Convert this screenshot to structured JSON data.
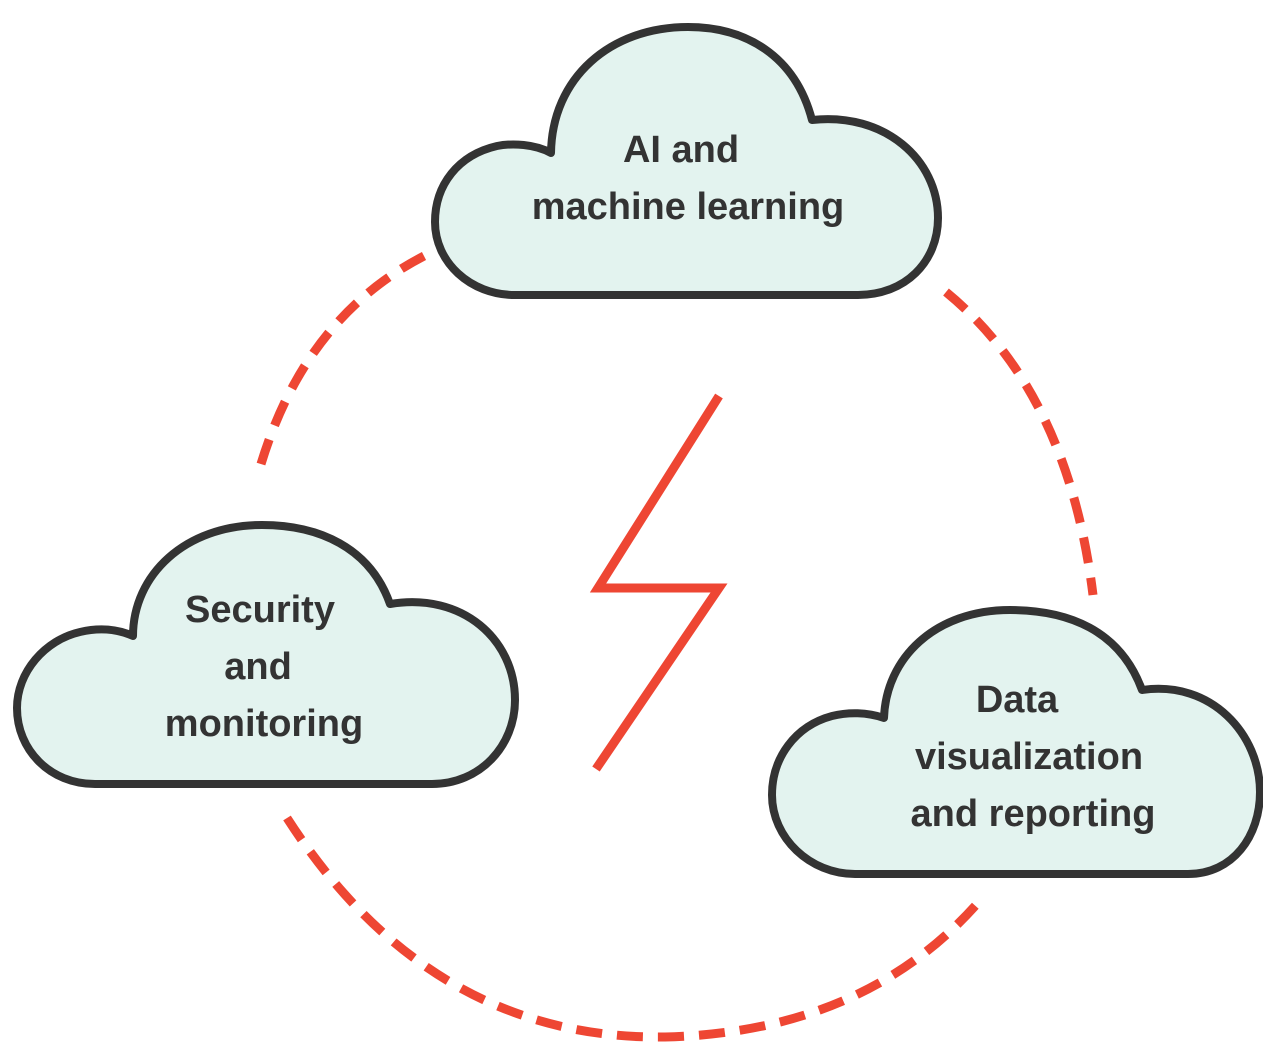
{
  "colors": {
    "cloud_fill": "#e3f3ef",
    "cloud_outline": "#333333",
    "ring": "#ee4633",
    "bolt": "#ee4633",
    "label_text": "#333333"
  },
  "icons": {
    "center": "lightning-bolt-icon"
  },
  "clouds": {
    "top": {
      "line1": "AI and",
      "line2": "machine learning"
    },
    "left": {
      "line1": "Security",
      "line2": "and",
      "line3": "monitoring"
    },
    "right": {
      "line1": "Data",
      "line2": "visualization",
      "line3": "and reporting"
    }
  }
}
